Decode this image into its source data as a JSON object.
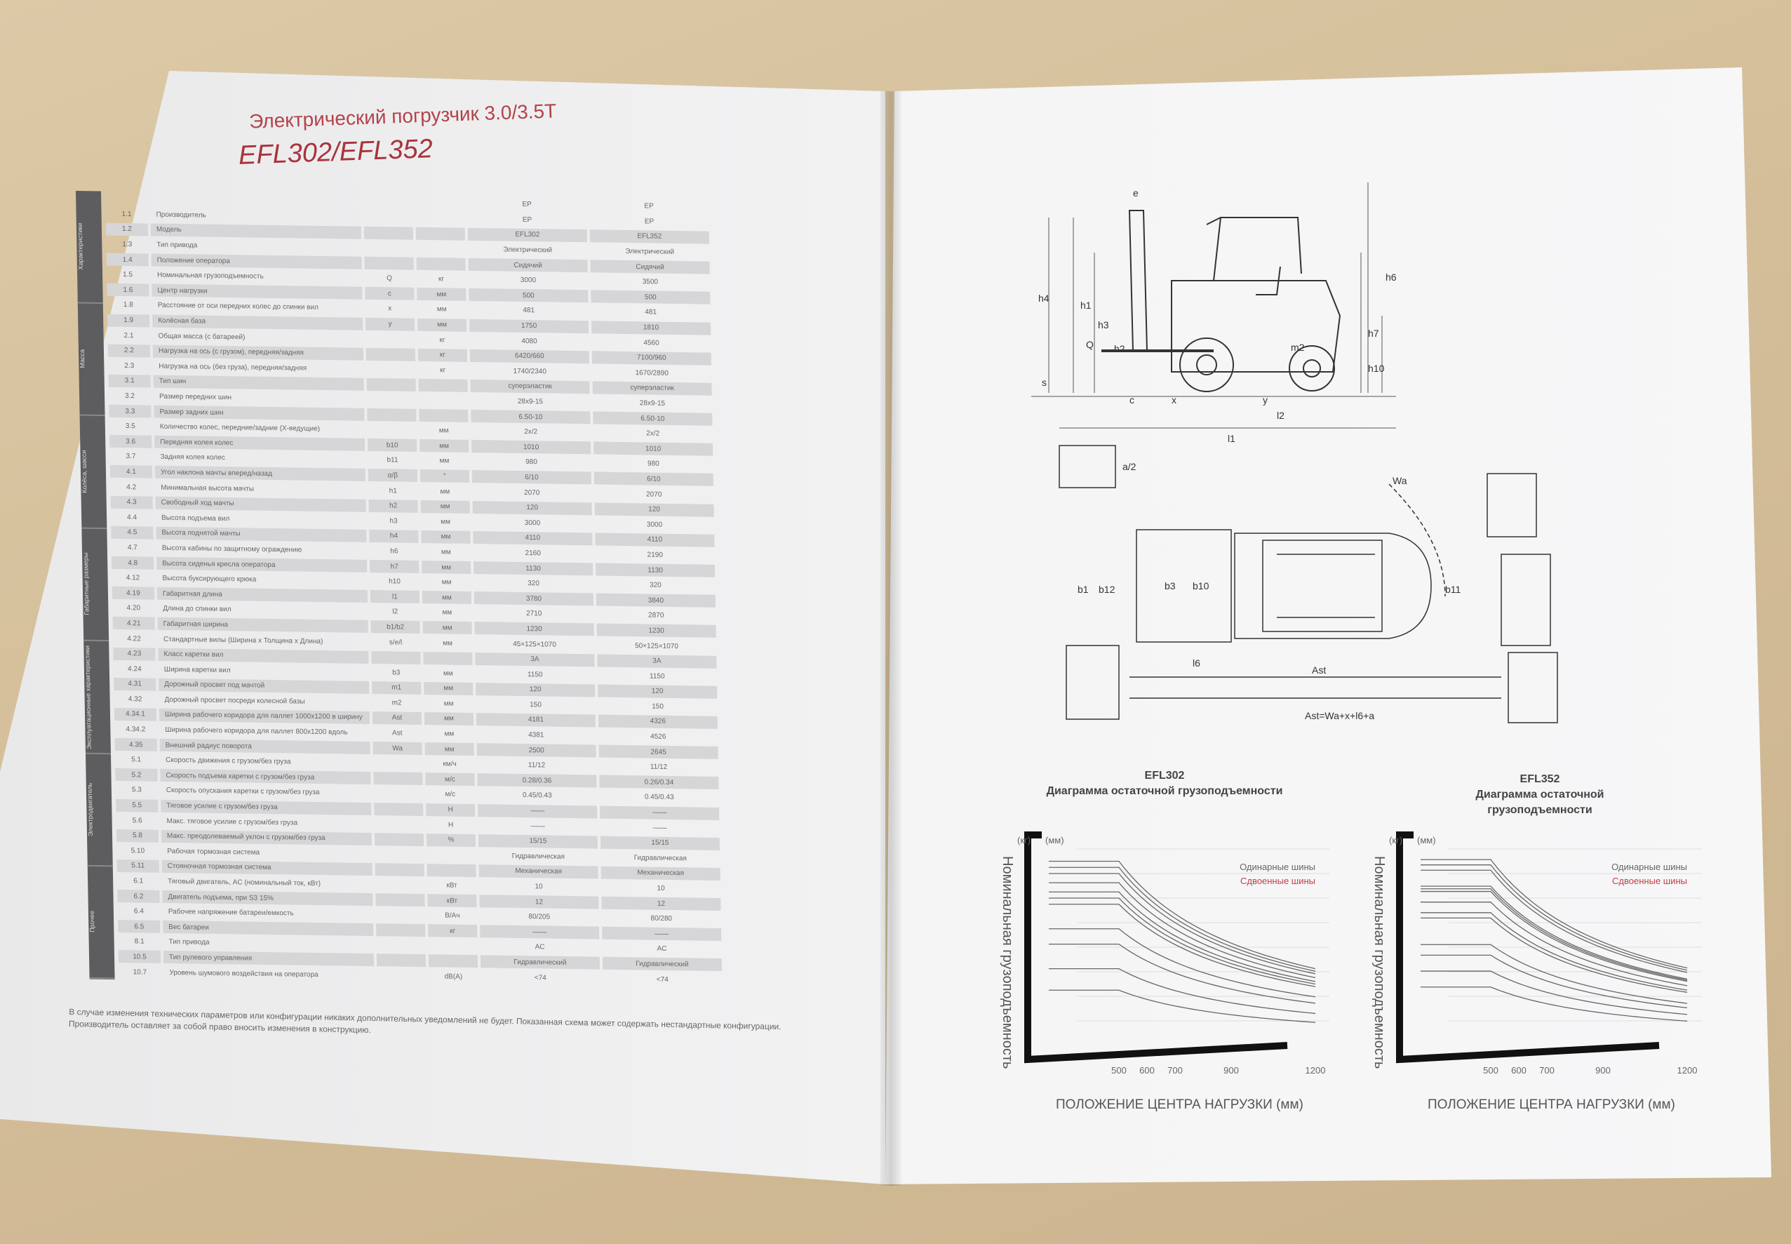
{
  "header": {
    "subtitle": "Электрический погрузчик  3.0/3.5T",
    "title": "EFL302/EFL352"
  },
  "sections": [
    "Характеристики",
    "Масса",
    "Колёса, шасси",
    "Габаритные размеры",
    "Эксплуатационные характеристики",
    "Электродвигатель",
    "Прочее"
  ],
  "spec_rows": [
    [
      "1.1",
      "Производитель",
      "",
      "",
      "EP",
      "EP"
    ],
    [
      "1.2",
      "Модель",
      "",
      "",
      "EFL302",
      "EFL352"
    ],
    [
      "1.3",
      "Тип привода",
      "",
      "",
      "Электрический",
      "Электрический"
    ],
    [
      "1.4",
      "Положение оператора",
      "",
      "",
      "Сидячий",
      "Сидячий"
    ],
    [
      "1.5",
      "Номинальная грузоподъемность",
      "Q",
      "кг",
      "3000",
      "3500"
    ],
    [
      "1.6",
      "Центр нагрузки",
      "c",
      "мм",
      "500",
      "500"
    ],
    [
      "1.8",
      "Расстояние от оси передних колес до спинки вил",
      "x",
      "мм",
      "481",
      "481"
    ],
    [
      "1.9",
      "Колёсная база",
      "y",
      "мм",
      "1750",
      "1810"
    ],
    [
      "2.1",
      "Общая масса (с батареей)",
      "",
      "кг",
      "4080",
      "4560"
    ],
    [
      "2.2",
      "Нагрузка на ось (с грузом), передняя/задняя",
      "",
      "кг",
      "6420/660",
      "7100/960"
    ],
    [
      "2.3",
      "Нагрузка на ось (без груза), передняя/задняя",
      "",
      "кг",
      "1740/2340",
      "1670/2890"
    ],
    [
      "3.1",
      "Тип шин",
      "",
      "",
      "суперэластик",
      "суперэластик"
    ],
    [
      "3.2",
      "Размер передних шин",
      "",
      "",
      "28x9-15",
      "28x9-15"
    ],
    [
      "3.3",
      "Размер задних шин",
      "",
      "",
      "6.50-10",
      "6.50-10"
    ],
    [
      "3.5",
      "Количество колес, передние/задние (X-ведущие)",
      "",
      "мм",
      "2x/2",
      "2x/2"
    ],
    [
      "3.6",
      "Передняя колея колес",
      "b10",
      "мм",
      "1010",
      "1010"
    ],
    [
      "3.7",
      "Задняя колея колес",
      "b11",
      "мм",
      "980",
      "980"
    ],
    [
      "4.1",
      "Угол наклона мачты вперед/назад",
      "α/β",
      "°",
      "6/10",
      "6/10"
    ],
    [
      "4.2",
      "Минимальная высота мачты",
      "h1",
      "мм",
      "2070",
      "2070"
    ],
    [
      "4.3",
      "Свободный ход мачты",
      "h2",
      "мм",
      "120",
      "120"
    ],
    [
      "4.4",
      "Высота подъема вил",
      "h3",
      "мм",
      "3000",
      "3000"
    ],
    [
      "4.5",
      "Высота поднятой мачты",
      "h4",
      "мм",
      "4110",
      "4110"
    ],
    [
      "4.7",
      "Высота кабины по защитному ограждению",
      "h6",
      "мм",
      "2160",
      "2190"
    ],
    [
      "4.8",
      "Высота сиденья кресла оператора",
      "h7",
      "мм",
      "1130",
      "1130"
    ],
    [
      "4.12",
      "Высота буксирующего крюка",
      "h10",
      "мм",
      "320",
      "320"
    ],
    [
      "4.19",
      "Габаритная длина",
      "l1",
      "мм",
      "3780",
      "3840"
    ],
    [
      "4.20",
      "Длина до спинки вил",
      "l2",
      "мм",
      "2710",
      "2870"
    ],
    [
      "4.21",
      "Габаритная ширина",
      "b1/b2",
      "мм",
      "1230",
      "1230"
    ],
    [
      "4.22",
      "Стандартные вилы (Ширина x Толщина x Длина)",
      "s/e/l",
      "мм",
      "45×125×1070",
      "50×125×1070"
    ],
    [
      "4.23",
      "Класс каретки вил",
      "",
      "",
      "3A",
      "3A"
    ],
    [
      "4.24",
      "Ширина каретки вил",
      "b3",
      "мм",
      "1150",
      "1150"
    ],
    [
      "4.31",
      "Дорожный просвет под мачтой",
      "m1",
      "мм",
      "120",
      "120"
    ],
    [
      "4.32",
      "Дорожный просвет посреди колесной базы",
      "m2",
      "мм",
      "150",
      "150"
    ],
    [
      "4.34.1",
      "Ширина рабочего коридора для паллет 1000x1200 в ширину",
      "Ast",
      "мм",
      "4181",
      "4326"
    ],
    [
      "4.34.2",
      "Ширина рабочего коридора для паллет 800x1200 вдоль",
      "Ast",
      "мм",
      "4381",
      "4526"
    ],
    [
      "4.35",
      "Внешний радиус поворота",
      "Wa",
      "мм",
      "2500",
      "2645"
    ],
    [
      "5.1",
      "Скорость движения с грузом/без груза",
      "",
      "км/ч",
      "11/12",
      "11/12"
    ],
    [
      "5.2",
      "Скорость подъема каретки с грузом/без груза",
      "",
      "м/с",
      "0.28/0.36",
      "0.26/0.34"
    ],
    [
      "5.3",
      "Скорость опускания каретки с грузом/без груза",
      "",
      "м/с",
      "0.45/0.43",
      "0.45/0.43"
    ],
    [
      "5.5",
      "Тяговое усилие с грузом/без груза",
      "",
      "Н",
      "——",
      "——"
    ],
    [
      "5.6",
      "Макс. тяговое усилие с грузом/без груза",
      "",
      "Н",
      "——",
      "——"
    ],
    [
      "5.8",
      "Макс. преодолеваемый уклон с грузом/без груза",
      "",
      "%",
      "15/15",
      "15/15"
    ],
    [
      "5.10",
      "Рабочая тормозная система",
      "",
      "",
      "Гидравлическая",
      "Гидравлическая"
    ],
    [
      "5.11",
      "Стояночная тормозная система",
      "",
      "",
      "Механическая",
      "Механическая"
    ],
    [
      "6.1",
      "Тяговый двигатель, AC (номинальный ток, кВт)",
      "",
      "кВт",
      "10",
      "10"
    ],
    [
      "6.2",
      "Двигатель подъема, при S3 15%",
      "",
      "кВт",
      "12",
      "12"
    ],
    [
      "6.4",
      "Рабочее напряжение батареи/емкость",
      "",
      "В/Ач",
      "80/205",
      "80/280"
    ],
    [
      "6.5",
      "Вес батареи",
      "",
      "кг",
      "——",
      "——"
    ],
    [
      "8.1",
      "Тип привода",
      "",
      "",
      "AC",
      "AC"
    ],
    [
      "10.5",
      "Тип рулевого управления",
      "",
      "",
      "Гидравлический",
      "Гидравлический"
    ],
    [
      "10.7",
      "Уровень шумового воздействия на оператора",
      "",
      "dB(A)",
      "<74",
      "<74"
    ]
  ],
  "note": "В случае изменения технических параметров или конфигурации никаких дополнительных уведомлений не будет. Показанная схема может содержать нестандартные конфигурации. Производитель оставляет за собой право вносить изменения в конструкцию.",
  "drawing": {
    "labels": [
      "h4",
      "h1",
      "h3",
      "h2",
      "Q",
      "s",
      "e",
      "c",
      "x",
      "y",
      "l2",
      "l1",
      "h6",
      "h7",
      "m2",
      "h10",
      "a/2",
      "Wa",
      "b1",
      "b12",
      "b3",
      "b10",
      "b11",
      "l6",
      "Ast",
      "Ast=Wa+x+l6+a"
    ]
  },
  "chart_data": [
    {
      "type": "line",
      "model": "EFL302",
      "title": "Диаграмма остаточной грузоподъемности",
      "xlabel": "ПОЛОЖЕНИЕ ЦЕНТРА НАГРУЗКИ (мм)",
      "ylabel": "Номинальная грузоподъемность",
      "yunit": "(кг)",
      "hunit": "(мм)",
      "legend": [
        "Одинарные шины",
        "Сдвоенные шины"
      ],
      "x_ticks": [
        500,
        600,
        700,
        900,
        1200
      ],
      "ylim": [
        0,
        3200
      ],
      "series": [
        3000,
        2900,
        2800,
        2650,
        2500,
        2400,
        2300,
        1900,
        1650,
        1250,
        900
      ]
    },
    {
      "type": "line",
      "model": "EFL352",
      "title": "Диаграмма остаточной грузоподъемности",
      "xlabel": "ПОЛОЖЕНИЕ ЦЕНТРА НАГРУЗКИ (мм)",
      "ylabel": "Номинальная грузоподъемность",
      "yunit": "(кг)",
      "hunit": "(мм)",
      "legend": [
        "Одинарные шины",
        "Сдвоенные шины"
      ],
      "x_ticks": [
        500,
        600,
        700,
        900,
        1200
      ],
      "ylim": [
        0,
        3700
      ],
      "series": [
        3500,
        3400,
        3300,
        3000,
        2950,
        2900,
        2700,
        2500,
        2400,
        1900,
        1700,
        1400,
        1100
      ]
    }
  ]
}
